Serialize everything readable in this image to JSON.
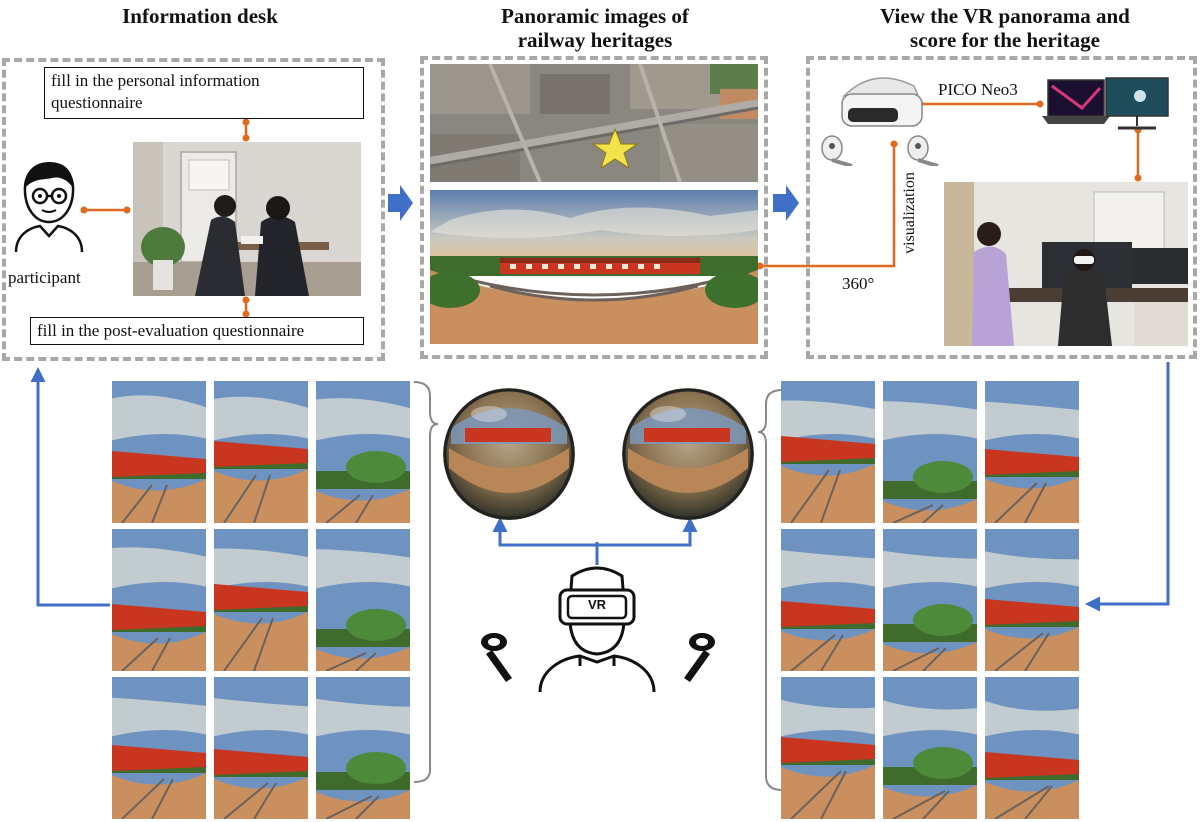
{
  "sections": {
    "info_desk": {
      "title": "Information desk"
    },
    "panoramic": {
      "title_line1": "Panoramic images of",
      "title_line2": "railway heritages"
    },
    "vr_view": {
      "title_line1": "View the VR panorama and",
      "title_line2": "score for the heritage"
    }
  },
  "info_desk": {
    "personal_q_line1": "fill in the personal information",
    "personal_q_line2": "questionnaire",
    "post_q": "fill in the post-evaluation questionnaire",
    "participant_label": "participant"
  },
  "vr_view": {
    "device_label": "PICO Neo3",
    "visualization_label": "visualization",
    "angle_label": "360°"
  },
  "headset_text": "VR",
  "colors": {
    "orange_connector": "#e06a1f",
    "blue_arrow": "#3f6fc6",
    "dashed_border": "#a8a8a8",
    "train_red": "#c8361f",
    "sky_blue": "#6f93c0"
  }
}
